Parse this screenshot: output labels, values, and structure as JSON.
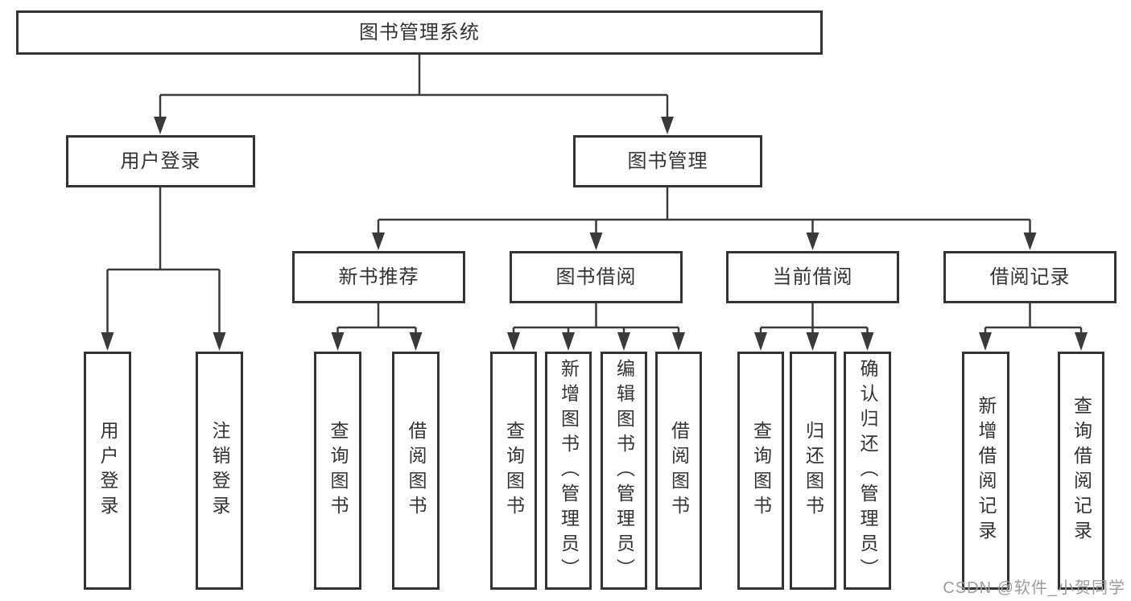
{
  "colors": {
    "line": "#3a3a3a",
    "box_border": "#333333",
    "box_fill": "#ffffff",
    "text": "#333333",
    "watermark_text": "#9c9c9c",
    "background": "#ffffff"
  },
  "diagram": {
    "title": "图书管理系统",
    "branches": [
      {
        "label": "用户登录",
        "leaves": [
          {
            "label": "用户登录"
          },
          {
            "label": "注销登录"
          }
        ]
      },
      {
        "label": "图书管理",
        "groups": [
          {
            "label": "新书推荐",
            "leaves": [
              {
                "label": "查询图书"
              },
              {
                "label": "借阅图书"
              }
            ]
          },
          {
            "label": "图书借阅",
            "leaves": [
              {
                "label": "查询图书"
              },
              {
                "label": "新增图书（管理员）"
              },
              {
                "label": "编辑图书（管理员）"
              },
              {
                "label": "借阅图书"
              }
            ]
          },
          {
            "label": "当前借阅",
            "leaves": [
              {
                "label": "查询图书"
              },
              {
                "label": "归还图书"
              },
              {
                "label": "确认归还（管理员）"
              }
            ]
          },
          {
            "label": "借阅记录",
            "leaves": [
              {
                "label": "新增借阅记录"
              },
              {
                "label": "查询借阅记录"
              }
            ]
          }
        ]
      }
    ]
  },
  "watermark": {
    "text": "CSDN @软件_小贺同学"
  }
}
